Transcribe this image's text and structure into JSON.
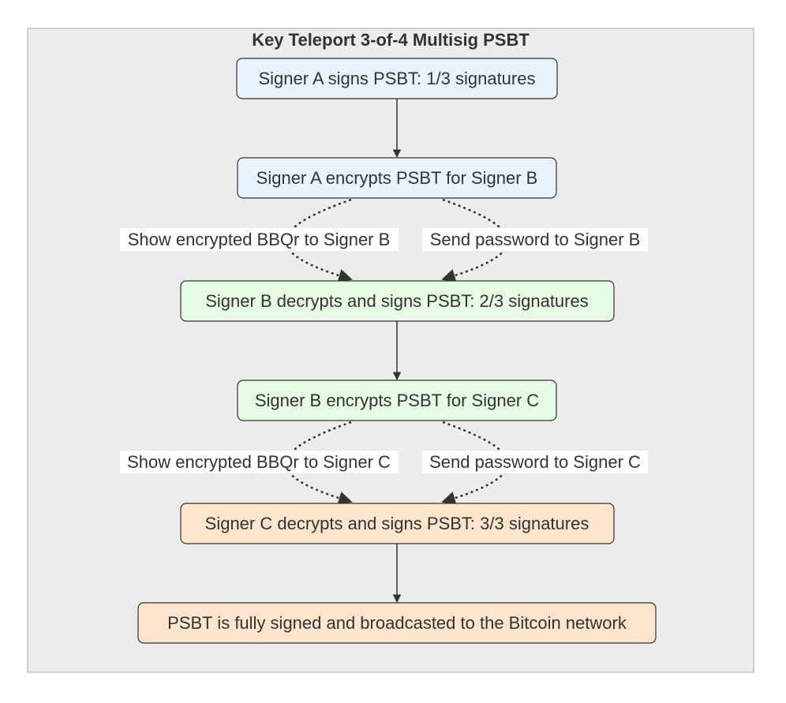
{
  "diagram": {
    "title": "Key Teleport 3-of-4 Multisig PSBT",
    "nodes": {
      "a_sign": "Signer A signs PSBT: 1/3 signatures",
      "a_encrypt": "Signer A encrypts PSBT for Signer B",
      "b_sign": "Signer B decrypts and signs PSBT: 2/3 signatures",
      "b_encrypt": "Signer B encrypts PSBT for Signer C",
      "c_sign": "Signer C decrypts and signs PSBT: 3/3 signatures",
      "broadcast": "PSBT is fully signed and broadcasted to the Bitcoin network"
    },
    "edge_labels": {
      "a_to_b_bbqr": "Show encrypted BBQr to Signer B",
      "a_to_b_password": "Send password to Signer B",
      "b_to_c_bbqr": "Show encrypted BBQr to Signer C",
      "b_to_c_password": "Send password to Signer C"
    }
  },
  "colors": {
    "signer_a_fill": "#e8f3fe",
    "signer_b_fill": "#e6fbe3",
    "signer_c_fill": "#fde4cc",
    "cluster_fill": "#ececec",
    "stroke": "#333333"
  }
}
